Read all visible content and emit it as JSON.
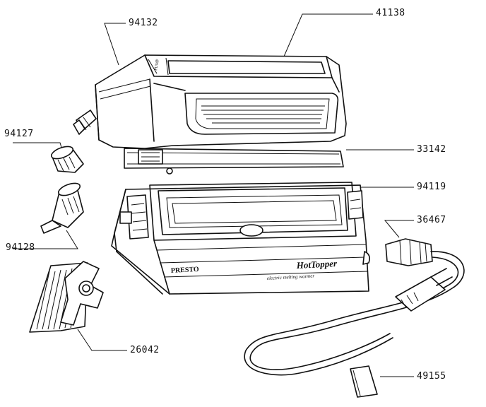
{
  "parts": [
    {
      "id": "p94132",
      "number": "94132"
    },
    {
      "id": "p41138",
      "number": "41138"
    },
    {
      "id": "p94127",
      "number": "94127"
    },
    {
      "id": "p33142",
      "number": "33142"
    },
    {
      "id": "p94119",
      "number": "94119"
    },
    {
      "id": "p36467",
      "number": "36467"
    },
    {
      "id": "p94128",
      "number": "94128"
    },
    {
      "id": "p26042",
      "number": "26042"
    },
    {
      "id": "p49155",
      "number": "49155"
    }
  ],
  "product_text": {
    "pump_label": "PUMP",
    "brand": "PRESTO",
    "model": "HotTopper",
    "subtitle": "electric melting warmer"
  },
  "colors": {
    "ink": "#111111",
    "paper": "#ffffff"
  }
}
